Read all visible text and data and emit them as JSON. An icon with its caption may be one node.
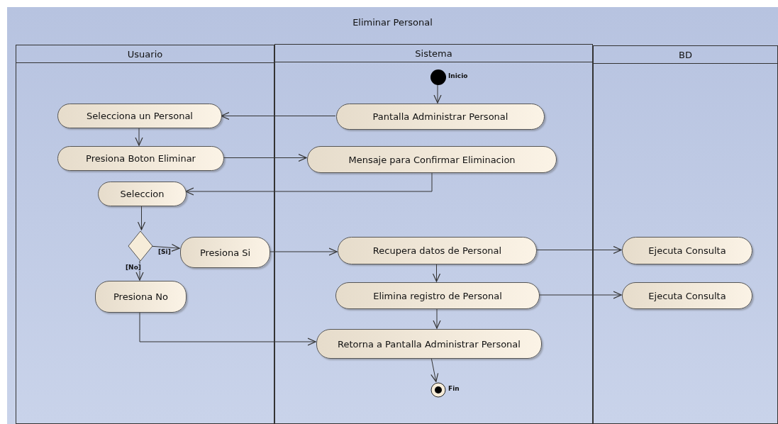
{
  "diagram": {
    "nodes": [
      {
        "text": [
          "Eliminar Personal"
        ]
      },
      {
        "text": [
          "Usuario"
        ],
        "in": 0
      },
      {
        "text": [
          "Sistema"
        ],
        "in": 0
      },
      {
        "text": [
          "BD"
        ],
        "in": 0
      },
      {
        "text": [],
        "shape": "circle",
        "beside": [
          "Inicio"
        ],
        "in": 2
      },
      {
        "text": [
          "Pantalla Administrar Personal"
        ],
        "in": 2
      },
      {
        "text": [
          "Selecciona un Personal"
        ],
        "in": 1
      },
      {
        "text": [
          "Presiona Boton Eliminar"
        ],
        "in": 1
      },
      {
        "text": [
          "Mensaje para Confirmar Eliminacion"
        ],
        "in": 2
      },
      {
        "text": [
          "Seleccion"
        ],
        "in": 1
      },
      {
        "text": [],
        "shape": "diamond",
        "in": 1
      },
      {
        "text": [
          "Presiona Si"
        ],
        "in": 1
      },
      {
        "text": [
          "Recupera datos de Personal"
        ],
        "in": 2
      },
      {
        "text": [
          "Ejecuta Consulta"
        ],
        "in": 3
      },
      {
        "text": [
          "Presiona No"
        ],
        "in": 1
      },
      {
        "text": [
          "Elimina registro de Personal"
        ],
        "in": 2
      },
      {
        "text": [
          "Ejecuta Consulta"
        ],
        "in": 3
      },
      {
        "text": [
          "Retorna a Pantalla Administrar Personal"
        ],
        "in": 2
      },
      {
        "text": [],
        "shape": "circle",
        "beside": [
          "Fin"
        ],
        "in": 2
      }
    ],
    "edges": [
      {
        "from": 4,
        "to": 5,
        "arrow": "to"
      },
      {
        "from": 5,
        "to": 6,
        "arrow": "to"
      },
      {
        "from": 6,
        "to": 7,
        "arrow": "to"
      },
      {
        "from": 7,
        "to": 8,
        "arrow": "to"
      },
      {
        "from": 8,
        "to": 9,
        "arrow": "to"
      },
      {
        "from": 9,
        "to": 10,
        "arrow": "to"
      },
      {
        "from": 10,
        "to": 11,
        "arrow": "to",
        "label": "[Si]"
      },
      {
        "from": 10,
        "to": 14,
        "arrow": "to",
        "label": "[No]"
      },
      {
        "from": 11,
        "to": 12,
        "arrow": "to"
      },
      {
        "from": 12,
        "to": 13,
        "arrow": "to"
      },
      {
        "from": 12,
        "to": 15,
        "arrow": "to"
      },
      {
        "from": 15,
        "to": 16,
        "arrow": "to"
      },
      {
        "from": 15,
        "to": 17,
        "arrow": "to"
      },
      {
        "from": 14,
        "to": 17,
        "arrow": "to"
      },
      {
        "from": 17,
        "to": 18,
        "arrow": "to"
      }
    ]
  }
}
